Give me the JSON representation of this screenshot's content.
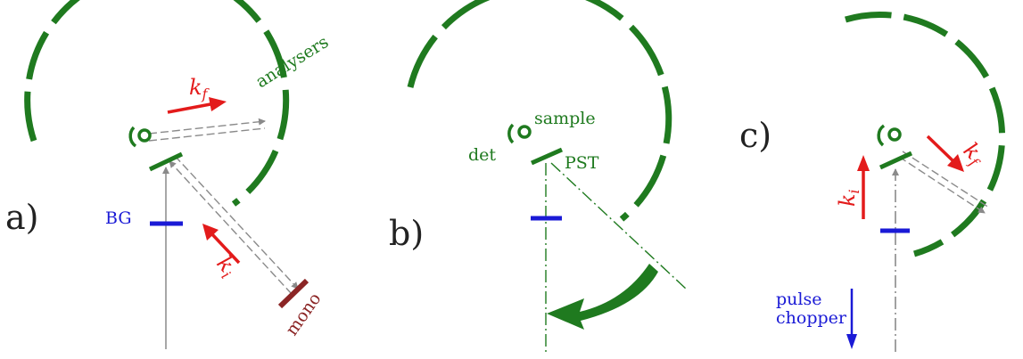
{
  "colors": {
    "detector_green": "#1f7a1f",
    "wavevector_red": "#e31b1b",
    "filter_blue": "#1a1ad6",
    "mono_brown": "#8b2525",
    "beam_grey": "#8a8a8a",
    "panel_label": "#222222"
  },
  "panel_a": {
    "label": "a)",
    "analysers": "analysers",
    "kf": {
      "base": "k",
      "sub": "f"
    },
    "ki": {
      "base": "k",
      "sub": "i"
    },
    "bg": "BG",
    "mono": "mono"
  },
  "panel_b": {
    "label": "b)",
    "sample": "sample",
    "det": "det",
    "pst": "PST"
  },
  "panel_c": {
    "label": "c)",
    "kf": {
      "base": "k",
      "sub": "f"
    },
    "ki": {
      "base": "k",
      "sub": "i"
    },
    "pulse_chopper": [
      "pulse",
      "chopper"
    ]
  },
  "icons": [
    "sample-icon",
    "detector-arc-icon",
    "red-arrow-icon",
    "blue-arrow-icon",
    "rotation-arrow-icon"
  ]
}
